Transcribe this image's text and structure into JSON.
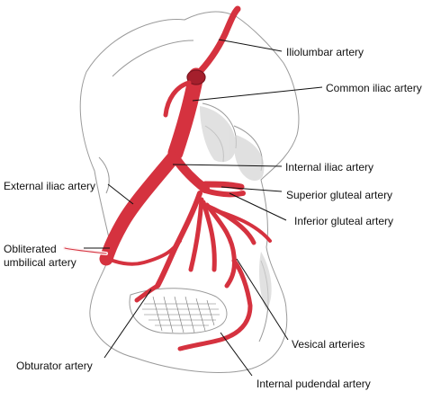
{
  "labels": {
    "iliolumbar": "Iliolumbar artery",
    "common_iliac": "Common iliac artery",
    "internal_iliac": "Internal iliac artery",
    "external_iliac": "External iliac artery",
    "superior_gluteal": "Superior gluteal artery",
    "inferior_gluteal": "Inferior gluteal  artery",
    "obliterated_umbilical_1": "Obliterated",
    "obliterated_umbilical_2": "umbilical artery",
    "vesical": "Vesical arteries",
    "obturator": "Obturator artery",
    "internal_pudendal": "Internal pudendal artery"
  },
  "colors": {
    "artery": "#d5323f",
    "artery_dark": "#a51f2c",
    "bone_outline": "#9a9a9a",
    "bone_shade": "#d4d4d4"
  }
}
